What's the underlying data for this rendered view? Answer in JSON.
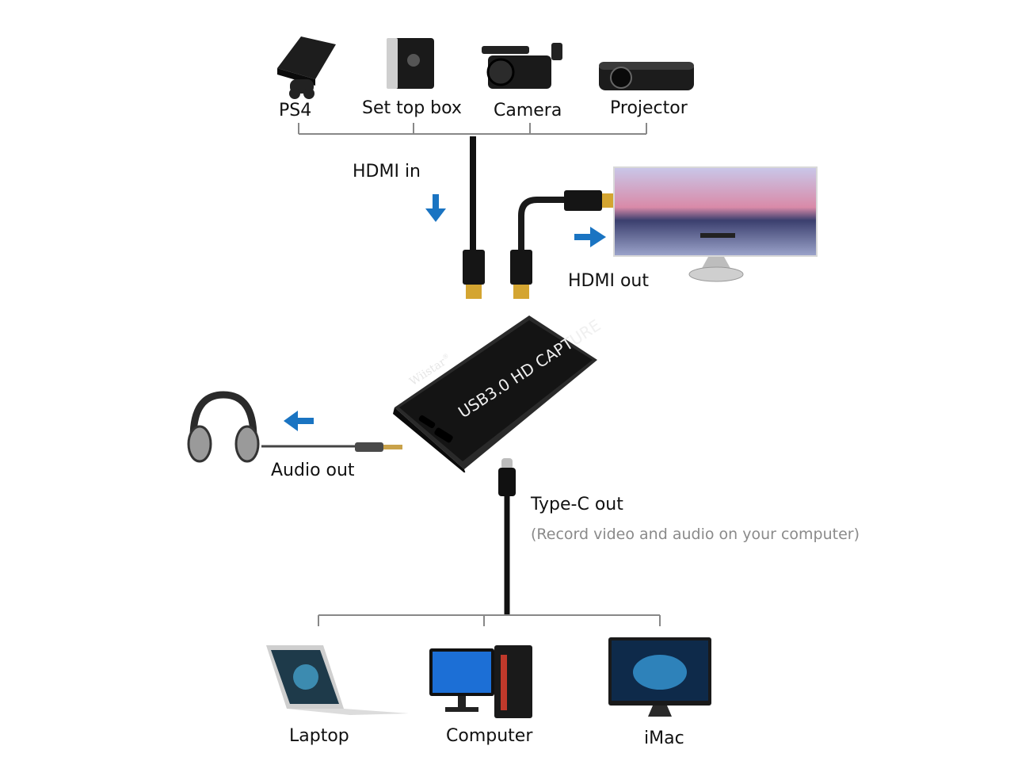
{
  "sources": [
    {
      "label": "PS4",
      "icon": "ps4-console-icon"
    },
    {
      "label": "Set top box",
      "icon": "set-top-box-icon"
    },
    {
      "label": "Camera",
      "icon": "camcorder-icon"
    },
    {
      "label": "Projector",
      "icon": "projector-icon"
    }
  ],
  "hdmi_in_label": "HDMI in",
  "hdmi_out_label": "HDMI out",
  "device": {
    "brand": "Wiistar",
    "registered": "®",
    "model": "USB3.0 HD CAPTURE"
  },
  "audio_out_label": "Audio out",
  "typec_label": "Type-C out",
  "typec_note": "(Record video and audio on your computer)",
  "targets": [
    {
      "label": "Laptop",
      "icon": "laptop-icon"
    },
    {
      "label": "Computer",
      "icon": "desktop-computer-icon"
    },
    {
      "label": "iMac",
      "icon": "imac-icon"
    }
  ],
  "colors": {
    "arrow": "#1a74c2",
    "line": "#888888",
    "cable": "#111111",
    "device": "#1c1c1c",
    "connector_gold": "#d4a531"
  }
}
